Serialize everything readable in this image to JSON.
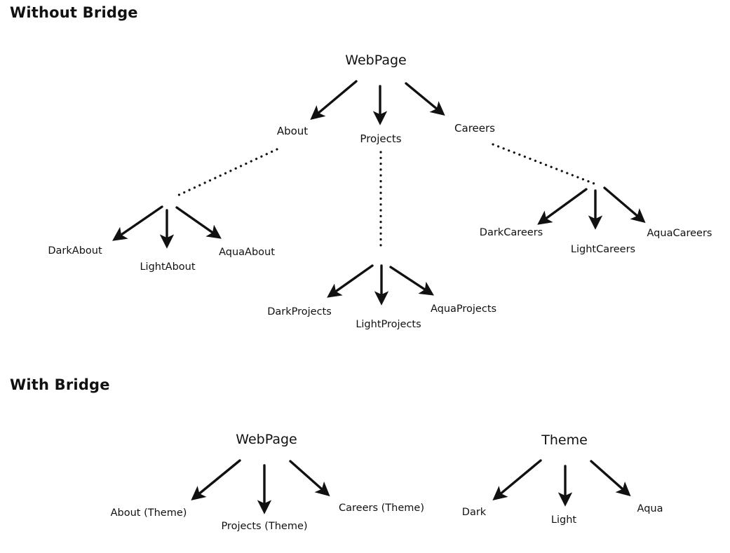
{
  "sections": {
    "without_bridge": {
      "title": "Without Bridge",
      "root": "WebPage",
      "pages": [
        "About",
        "Projects",
        "Careers"
      ],
      "variants": {
        "about": [
          "DarkAbout",
          "LightAbout",
          "AquaAbout"
        ],
        "projects": [
          "DarkProjects",
          "LightProjects",
          "AquaProjects"
        ],
        "careers": [
          "DarkCareers",
          "LightCareers",
          "AquaCareers"
        ]
      }
    },
    "with_bridge": {
      "title": "With Bridge",
      "webpage_root": "WebPage",
      "webpage_children": [
        "About (Theme)",
        "Projects (Theme)",
        "Careers (Theme)"
      ],
      "theme_root": "Theme",
      "theme_children": [
        "Dark",
        "Light",
        "Aqua"
      ]
    }
  },
  "edges": [
    {
      "from": "WebPage",
      "to": "About",
      "style": "arrow"
    },
    {
      "from": "WebPage",
      "to": "Projects",
      "style": "arrow"
    },
    {
      "from": "WebPage",
      "to": "Careers",
      "style": "arrow"
    },
    {
      "from": "About",
      "to": "DarkAbout",
      "style": "dotted-then-arrow"
    },
    {
      "from": "About",
      "to": "LightAbout",
      "style": "dotted-then-arrow"
    },
    {
      "from": "About",
      "to": "AquaAbout",
      "style": "dotted-then-arrow"
    },
    {
      "from": "Projects",
      "to": "DarkProjects",
      "style": "dotted-then-arrow"
    },
    {
      "from": "Projects",
      "to": "LightProjects",
      "style": "dotted-then-arrow"
    },
    {
      "from": "Projects",
      "to": "AquaProjects",
      "style": "dotted-then-arrow"
    },
    {
      "from": "Careers",
      "to": "DarkCareers",
      "style": "dotted-then-arrow"
    },
    {
      "from": "Careers",
      "to": "LightCareers",
      "style": "dotted-then-arrow"
    },
    {
      "from": "Careers",
      "to": "AquaCareers",
      "style": "dotted-then-arrow"
    },
    {
      "from": "WebPage",
      "to": "About (Theme)",
      "style": "arrow"
    },
    {
      "from": "WebPage",
      "to": "Projects (Theme)",
      "style": "arrow"
    },
    {
      "from": "WebPage",
      "to": "Careers (Theme)",
      "style": "arrow"
    },
    {
      "from": "Theme",
      "to": "Dark",
      "style": "arrow"
    },
    {
      "from": "Theme",
      "to": "Light",
      "style": "arrow"
    },
    {
      "from": "Theme",
      "to": "Aqua",
      "style": "arrow"
    }
  ],
  "colors": {
    "ink": "#111111",
    "background": "#ffffff"
  }
}
